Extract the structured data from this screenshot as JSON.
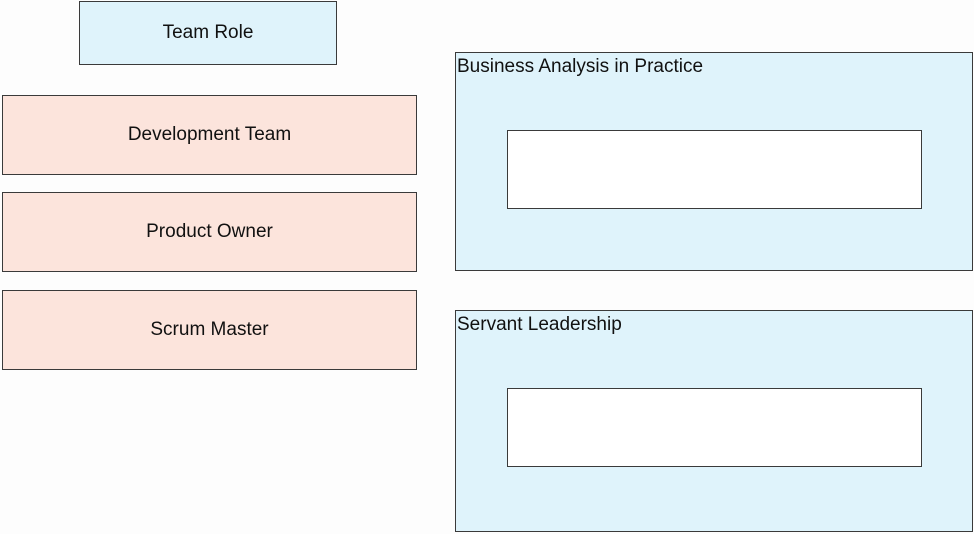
{
  "header": {
    "label": "Team Role"
  },
  "roles": [
    {
      "label": "Development Team"
    },
    {
      "label": "Product Owner"
    },
    {
      "label": "Scrum Master"
    }
  ],
  "targets": [
    {
      "title": "Business Analysis in Practice",
      "slot_value": ""
    },
    {
      "title": "Servant Leadership",
      "slot_value": ""
    }
  ]
}
